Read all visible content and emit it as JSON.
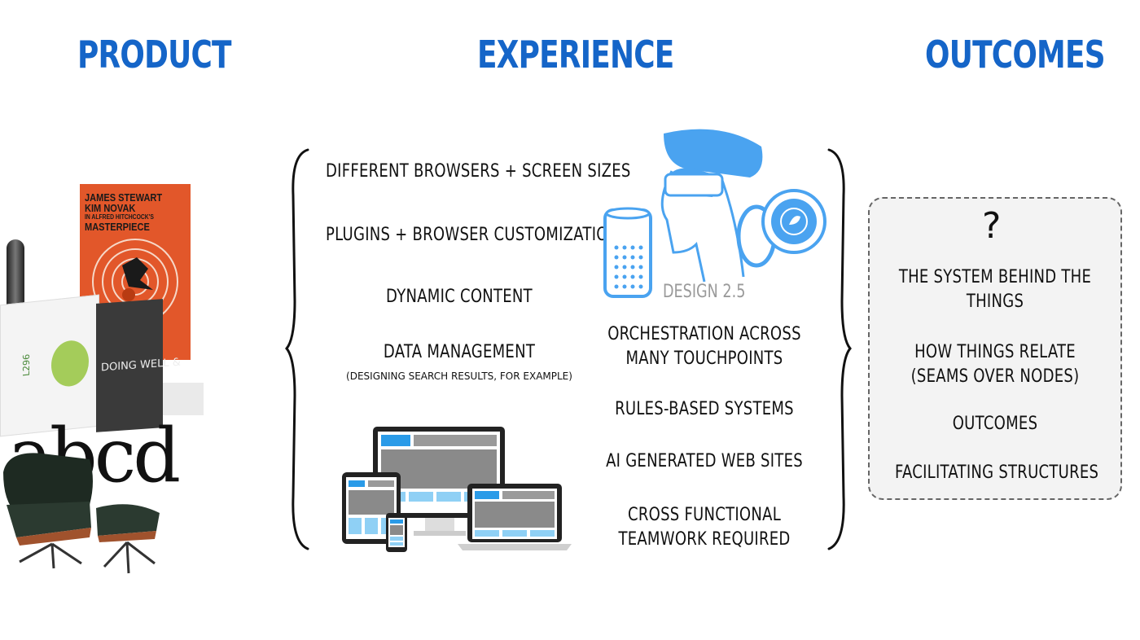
{
  "headings": {
    "product": "PRODUCT",
    "experience": "EXPERIENCE",
    "outcomes": "OUTCOMES"
  },
  "product": {
    "poster": {
      "line1": "JAMES STEWART",
      "line2": "KIM NOVAK",
      "line3": "IN ALFRED HITCHCOCK'S",
      "line4": "MASTERPIECE"
    },
    "book_number": "L296",
    "book_title": "DOING WELL &",
    "typeface_sample": "abcd"
  },
  "experience": {
    "left_items": [
      {
        "text": "DIFFERENT BROWSERS + SCREEN SIZES"
      },
      {
        "text": "PLUGINS + BROWSER CUSTOMIZATION"
      },
      {
        "text": "DYNAMIC CONTENT"
      },
      {
        "text": "DATA MANAGEMENT",
        "sub": "(DESIGNING SEARCH RESULTS, FOR EXAMPLE)"
      }
    ],
    "design_label": "DESIGN 2.5",
    "right_items": [
      {
        "line1": "ORCHESTRATION ACROSS",
        "line2": "MANY TOUCHPOINTS"
      },
      {
        "line1": "RULES-BASED SYSTEMS"
      },
      {
        "line1": "AI GENERATED WEB SITES"
      },
      {
        "line1": "CROSS FUNCTIONAL",
        "line2": "TEAMWORK REQUIRED"
      }
    ]
  },
  "outcomes": {
    "question": "?",
    "items": [
      {
        "line1": "THE SYSTEM BEHIND THE",
        "line2": "THINGS"
      },
      {
        "line1": "HOW THINGS RELATE",
        "line2": "(SEAMS OVER NODES)"
      },
      {
        "line1": "OUTCOMES"
      },
      {
        "line1": "FACILITATING STRUCTURES"
      }
    ]
  },
  "colors": {
    "heading": "#1565c8",
    "icon_blue": "#4aa3f0",
    "poster": "#e2572a",
    "box_bg": "#f3f3f3"
  }
}
